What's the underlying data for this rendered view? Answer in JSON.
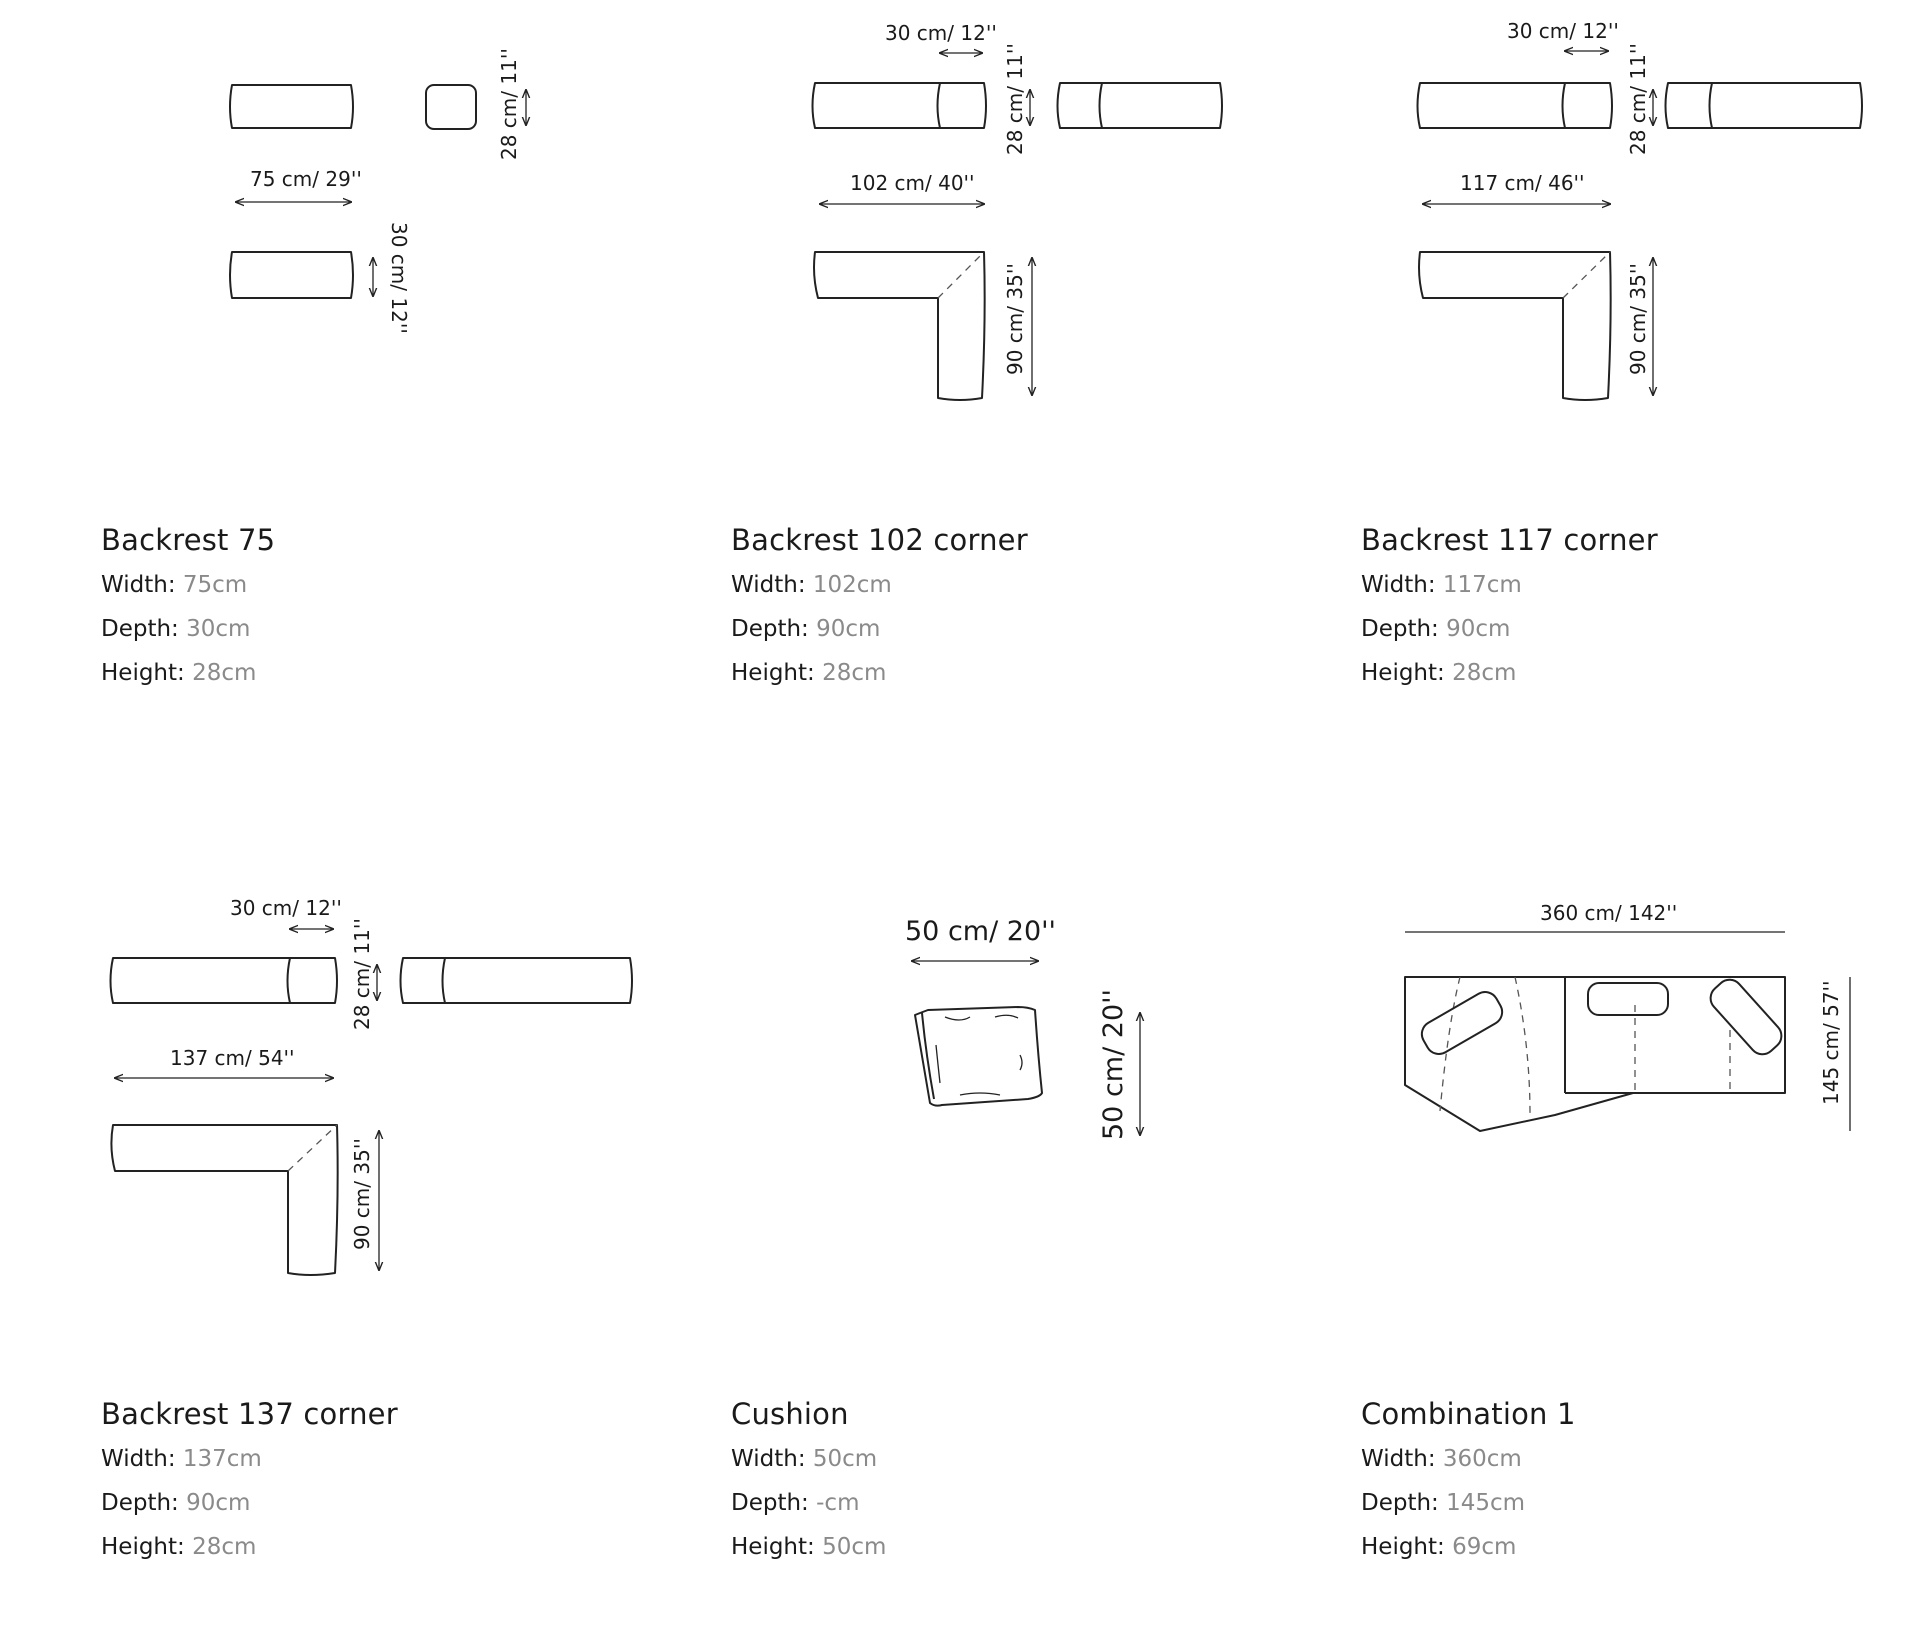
{
  "products": [
    {
      "title": "Backrest 75",
      "dims": {
        "a": "75 cm/ 29''",
        "b": "28 cm/ 11''",
        "c": "30 cm/ 12''"
      },
      "specs": [
        {
          "label": "Width:",
          "value": "75cm"
        },
        {
          "label": "Depth:",
          "value": "30cm"
        },
        {
          "label": "Height:",
          "value": "28cm"
        }
      ]
    },
    {
      "title": "Backrest 102 corner",
      "dims": {
        "a": "30 cm/ 12''",
        "b": "28 cm/ 11''",
        "c": "102 cm/ 40''",
        "d": "90 cm/ 35''"
      },
      "specs": [
        {
          "label": "Width:",
          "value": "102cm"
        },
        {
          "label": "Depth:",
          "value": "90cm"
        },
        {
          "label": "Height:",
          "value": "28cm"
        }
      ]
    },
    {
      "title": "Backrest 117 corner",
      "dims": {
        "a": "30 cm/ 12''",
        "b": "28 cm/ 11''",
        "c": "117 cm/ 46''",
        "d": "90 cm/ 35''"
      },
      "specs": [
        {
          "label": "Width:",
          "value": "117cm"
        },
        {
          "label": "Depth:",
          "value": "90cm"
        },
        {
          "label": "Height:",
          "value": "28cm"
        }
      ]
    },
    {
      "title": "Backrest 137 corner",
      "dims": {
        "a": "30 cm/ 12''",
        "b": "28 cm/ 11''",
        "c": "137 cm/ 54''",
        "d": "90 cm/ 35''"
      },
      "specs": [
        {
          "label": "Width:",
          "value": "137cm"
        },
        {
          "label": "Depth:",
          "value": "90cm"
        },
        {
          "label": "Height:",
          "value": "28cm"
        }
      ]
    },
    {
      "title": "Cushion",
      "dims": {
        "a": "50 cm/ 20''",
        "b": "50 cm/ 20''"
      },
      "specs": [
        {
          "label": "Width:",
          "value": "50cm"
        },
        {
          "label": "Depth:",
          "value": "-cm"
        },
        {
          "label": "Height:",
          "value": "50cm"
        }
      ]
    },
    {
      "title": "Combination 1",
      "dims": {
        "a": "360 cm/ 142''",
        "b": "145 cm/ 57''"
      },
      "specs": [
        {
          "label": "Width:",
          "value": "360cm"
        },
        {
          "label": "Depth:",
          "value": "145cm"
        },
        {
          "label": "Height:",
          "value": "69cm"
        }
      ]
    }
  ]
}
